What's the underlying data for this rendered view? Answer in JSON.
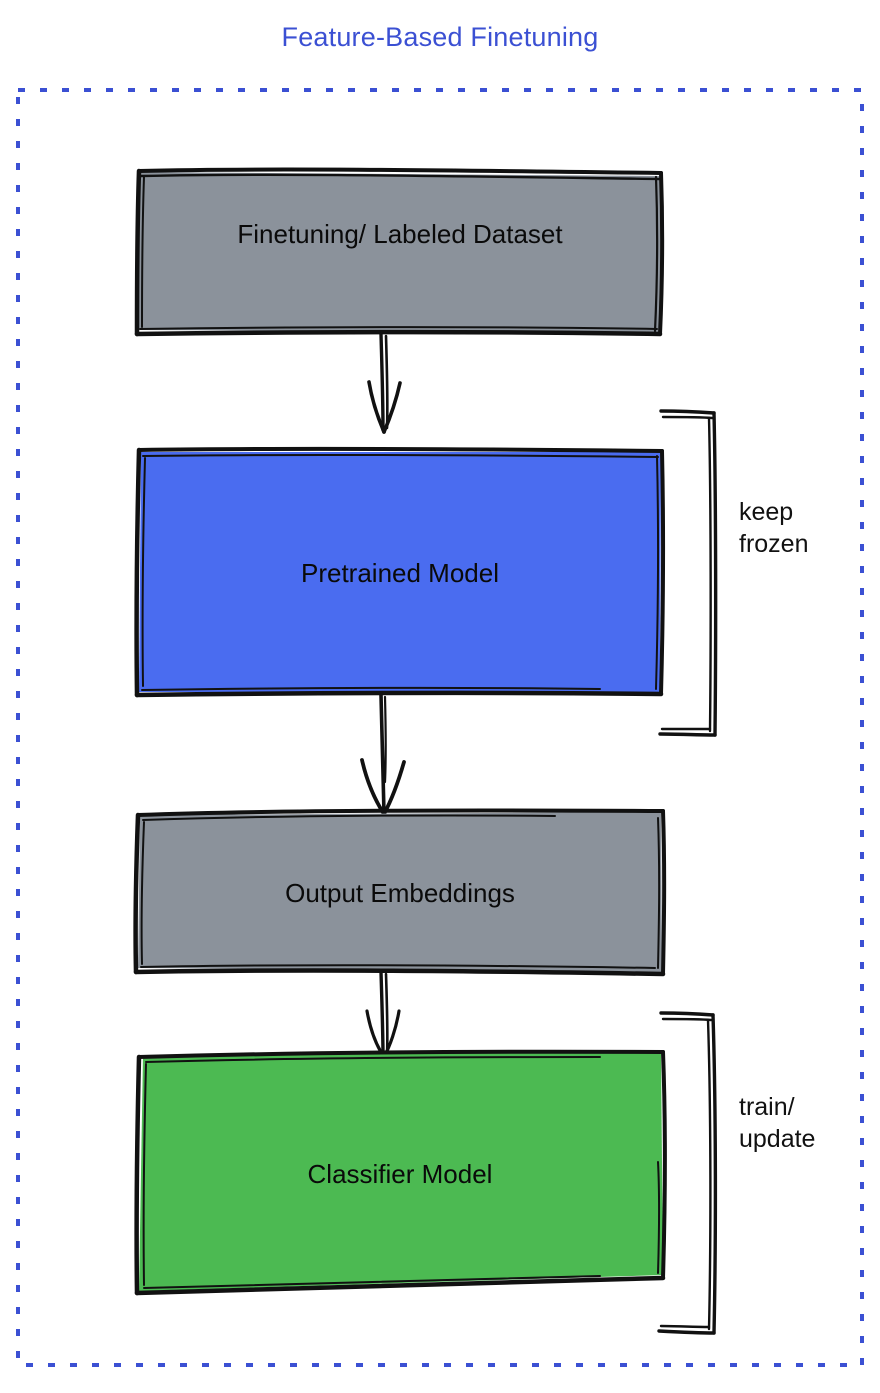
{
  "diagram": {
    "title": "Feature-Based Finetuning",
    "title_color": "#3b50d3",
    "background_color": "#ffffff",
    "outer_border": {
      "name": "dashed-container",
      "style": "dashed",
      "color": "#3b50d3"
    },
    "nodes": [
      {
        "id": "finetuning-dataset",
        "label": "Finetuning/ Labeled Dataset",
        "fill": "#8b929b",
        "stroke": "#000000",
        "shape": "rectangle"
      },
      {
        "id": "pretrained-model",
        "label": "Pretrained Model",
        "fill": "#4a6cf0",
        "stroke": "#000000",
        "shape": "rectangle"
      },
      {
        "id": "output-embeddings",
        "label": "Output Embeddings",
        "fill": "#8b929b",
        "stroke": "#000000",
        "shape": "rectangle"
      },
      {
        "id": "classifier-model",
        "label": "Classifier Model",
        "fill": "#4cba52",
        "stroke": "#000000",
        "shape": "rectangle"
      }
    ],
    "edges": [
      {
        "id": "edge-dataset-to-pretrained",
        "from": "finetuning-dataset",
        "to": "pretrained-model",
        "arrow": "down"
      },
      {
        "id": "edge-pretrained-to-embeddings",
        "from": "pretrained-model",
        "to": "output-embeddings",
        "arrow": "down"
      },
      {
        "id": "edge-embeddings-to-classifier",
        "from": "output-embeddings",
        "to": "classifier-model",
        "arrow": "down"
      }
    ],
    "annotations": [
      {
        "id": "keep-frozen",
        "text": "keep\nfrozen",
        "bracket_for": "pretrained-model"
      },
      {
        "id": "train-update",
        "text": "train/\nupdate",
        "bracket_for": "classifier-model"
      }
    ]
  }
}
